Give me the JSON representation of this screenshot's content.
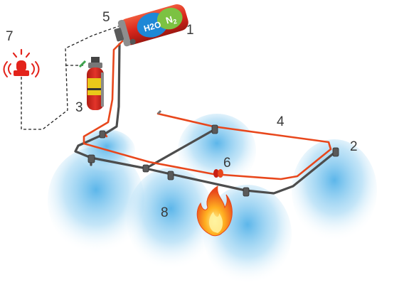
{
  "callouts": {
    "c1": "1",
    "c2": "2",
    "c3": "3",
    "c4": "4",
    "c5": "5",
    "c6": "6",
    "c7": "7",
    "c8": "8"
  },
  "tank": {
    "label_h2o": "H2O",
    "label_n2_base": "N",
    "label_n2_sub": "2"
  },
  "colors": {
    "red_pipe": "#e8471c",
    "grey_pipe": "#4d4d4d",
    "spray": "#3fa9e6",
    "tank_red": "#d9261c",
    "tank_blue": "#1e88d6",
    "tank_green": "#7cc242",
    "alarm": "#e3231b",
    "extinguisher_yellow": "#e9c81a"
  },
  "icons": [
    "alarm-siren-icon",
    "fire-flame-icon"
  ]
}
